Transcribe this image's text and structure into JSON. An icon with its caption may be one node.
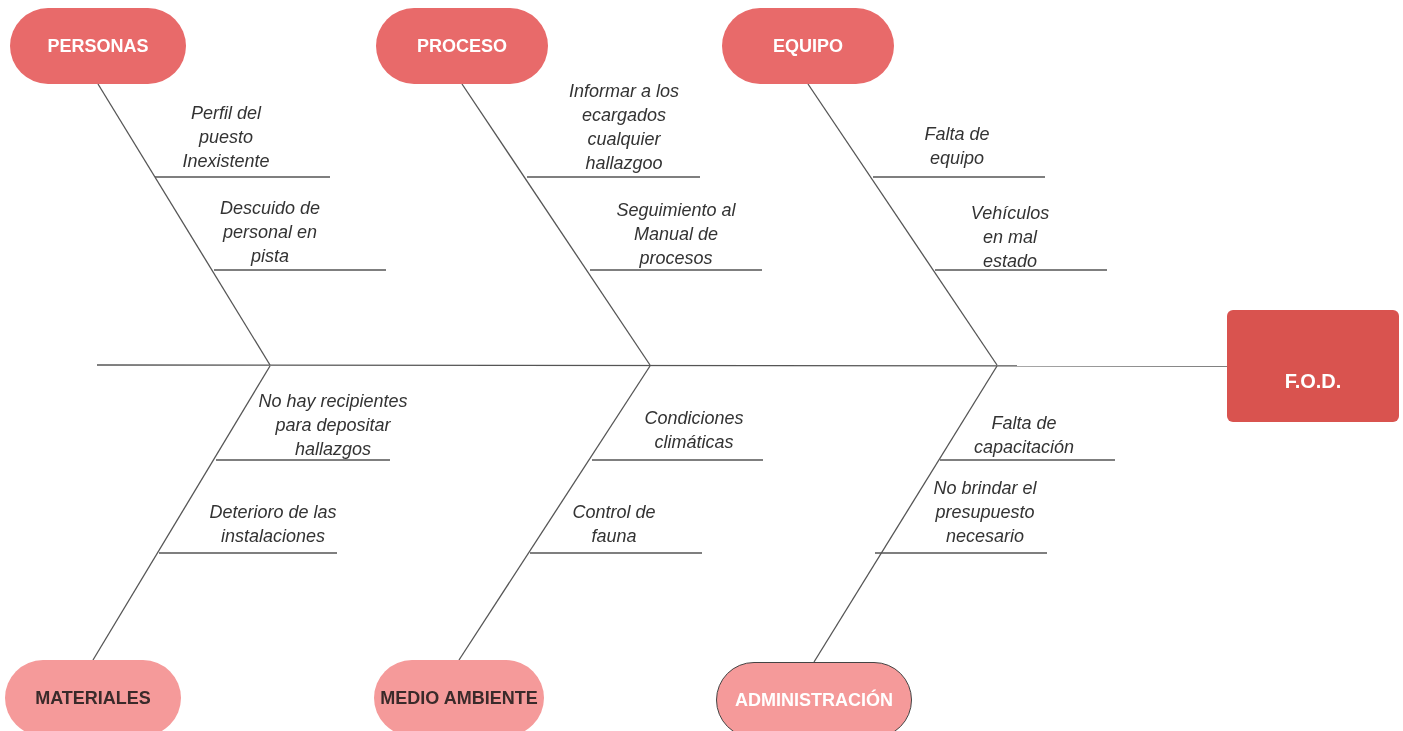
{
  "diagram": {
    "nodes": [
      {
        "text": [
          "PERSONAS"
        ]
      },
      {
        "text": [
          "PROCESO"
        ]
      },
      {
        "text": [
          "EQUIPO"
        ]
      },
      {
        "text": [
          "F.O.D."
        ]
      },
      {
        "text": [
          "MATERIALES"
        ]
      },
      {
        "text": [
          "MEDIO AMBIENTE"
        ]
      },
      {
        "text": [
          "ADMINISTRACIÓN"
        ]
      }
    ],
    "edges": [
      {
        "from": null,
        "to": 3,
        "arrow": "none"
      },
      {
        "from": 0,
        "to": null,
        "arrow": "none"
      },
      {
        "from": 1,
        "to": null,
        "arrow": "none"
      },
      {
        "from": 2,
        "to": null,
        "arrow": "none"
      },
      {
        "from": 4,
        "to": null,
        "arrow": "none"
      },
      {
        "from": 5,
        "to": null,
        "arrow": "none"
      },
      {
        "from": 6,
        "to": null,
        "arrow": "none"
      }
    ],
    "labels": [
      "Perfil del puesto Inexistente",
      "Informar a los ecargados cualquier hallazgoo",
      "Falta de equipo",
      "Descuido de personal en pista",
      "Seguimiento al Manual de procesos",
      "Vehículos en mal estado",
      "No hay recipientes para depositar hallazgos",
      "Condiciones climáticas",
      "Falta de capacitación",
      "No brindar el presupuesto necesario",
      "Deterioro de las instalaciones",
      "Control de fauna"
    ]
  }
}
